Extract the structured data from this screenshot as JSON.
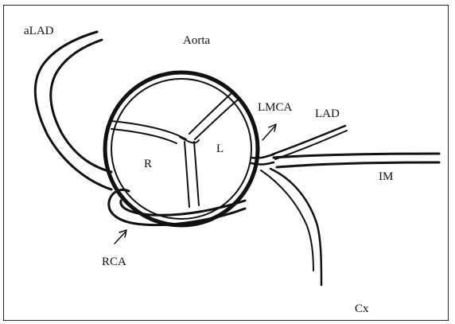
{
  "diagram": {
    "labels": {
      "aLAD": "aLAD",
      "aorta": "Aorta",
      "lmca": "LMCA",
      "lad": "LAD",
      "r": "R",
      "l": "L",
      "im": "IM",
      "rca": "RCA",
      "cx": "Cx"
    },
    "colors": {
      "line": "#111111",
      "background": "#ffffff"
    }
  }
}
